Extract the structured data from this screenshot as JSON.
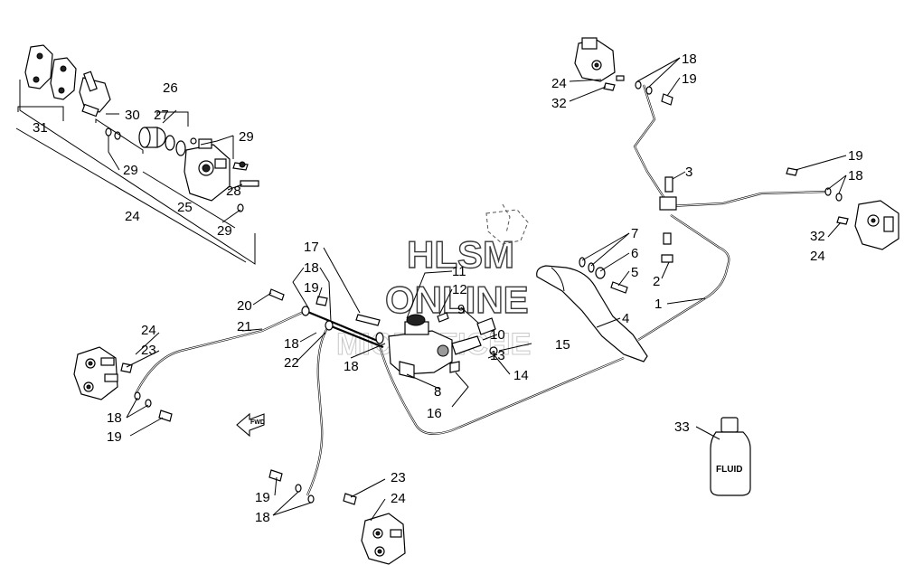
{
  "watermark": {
    "line1": "HLSM",
    "line2": "ONLINE",
    "line3": "MICROFICHE"
  },
  "bottle_label": "FLUID",
  "direction_marker": "FWD",
  "callouts": [
    {
      "id": "c31",
      "text": "31"
    },
    {
      "id": "c30",
      "text": "30"
    },
    {
      "id": "c26",
      "text": "26"
    },
    {
      "id": "c27",
      "text": "27"
    },
    {
      "id": "c29a",
      "text": "29"
    },
    {
      "id": "c29b",
      "text": "29"
    },
    {
      "id": "c28",
      "text": "28"
    },
    {
      "id": "c25",
      "text": "25"
    },
    {
      "id": "c29c",
      "text": "29"
    },
    {
      "id": "c24a",
      "text": "24"
    },
    {
      "id": "c24b",
      "text": "24"
    },
    {
      "id": "c32a",
      "text": "32"
    },
    {
      "id": "c18a",
      "text": "18"
    },
    {
      "id": "c19a",
      "text": "19"
    },
    {
      "id": "c3",
      "text": "3"
    },
    {
      "id": "c19b",
      "text": "19"
    },
    {
      "id": "c18b",
      "text": "18"
    },
    {
      "id": "c32b",
      "text": "32"
    },
    {
      "id": "c24c",
      "text": "24"
    },
    {
      "id": "c7",
      "text": "7"
    },
    {
      "id": "c6",
      "text": "6"
    },
    {
      "id": "c5",
      "text": "5"
    },
    {
      "id": "c2",
      "text": "2"
    },
    {
      "id": "c1",
      "text": "1"
    },
    {
      "id": "c4",
      "text": "4"
    },
    {
      "id": "c17",
      "text": "17"
    },
    {
      "id": "c18c",
      "text": "18"
    },
    {
      "id": "c19c",
      "text": "19"
    },
    {
      "id": "c20",
      "text": "20"
    },
    {
      "id": "c21",
      "text": "21"
    },
    {
      "id": "c11",
      "text": "11"
    },
    {
      "id": "c12",
      "text": "12"
    },
    {
      "id": "c9",
      "text": "9"
    },
    {
      "id": "c10",
      "text": "10"
    },
    {
      "id": "c15",
      "text": "15"
    },
    {
      "id": "c13",
      "text": "13"
    },
    {
      "id": "c14",
      "text": "14"
    },
    {
      "id": "c8",
      "text": "8"
    },
    {
      "id": "c16",
      "text": "16"
    },
    {
      "id": "c18d",
      "text": "18"
    },
    {
      "id": "c22",
      "text": "22"
    },
    {
      "id": "c18e",
      "text": "18"
    },
    {
      "id": "c24d",
      "text": "24"
    },
    {
      "id": "c23a",
      "text": "23"
    },
    {
      "id": "c18f",
      "text": "18"
    },
    {
      "id": "c19d",
      "text": "19"
    },
    {
      "id": "c23b",
      "text": "23"
    },
    {
      "id": "c24e",
      "text": "24"
    },
    {
      "id": "c19e",
      "text": "19"
    },
    {
      "id": "c18g",
      "text": "18"
    },
    {
      "id": "c33",
      "text": "33"
    }
  ]
}
